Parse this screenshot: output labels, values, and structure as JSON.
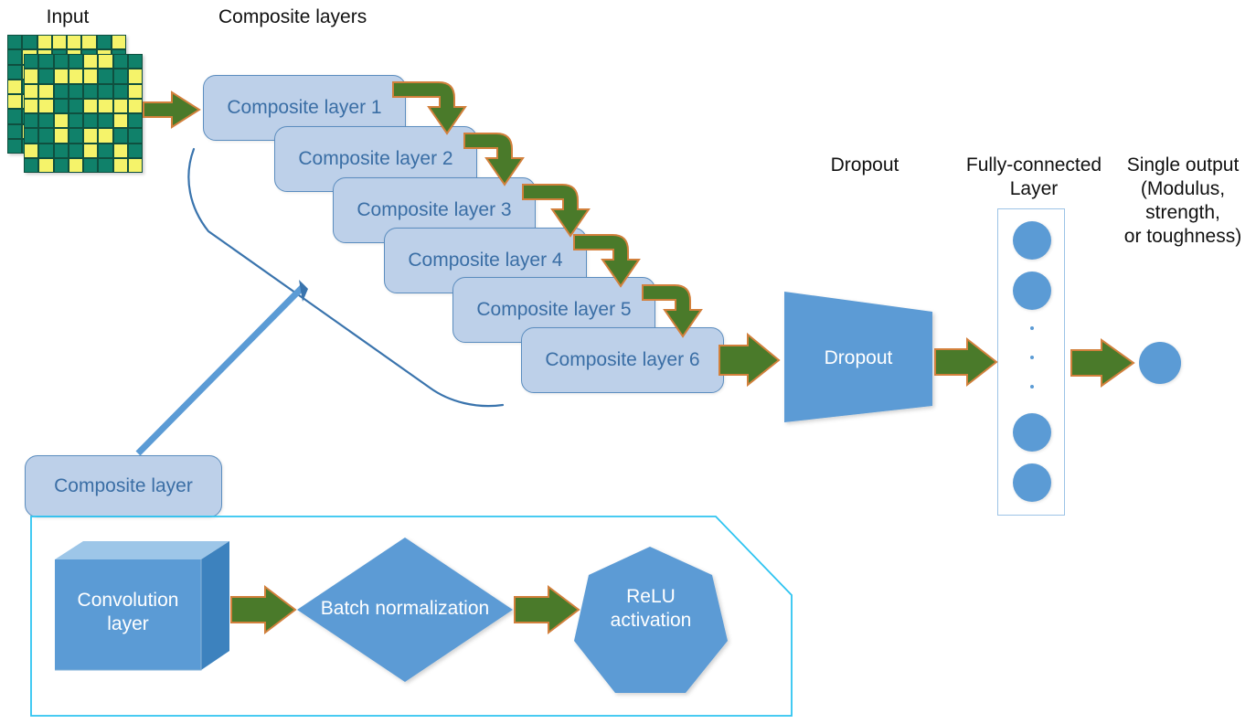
{
  "diagram": {
    "title_labels": {
      "input": "Input",
      "composite_layers": "Composite layers",
      "dropout": "Dropout",
      "fully_connected": "Fully-connected\nLayer",
      "single_output": "Single output\n(Modulus,\nstrength,\nor toughness)"
    },
    "composite_layers": [
      {
        "label": "Composite layer 1"
      },
      {
        "label": "Composite layer 2"
      },
      {
        "label": "Composite layer 3"
      },
      {
        "label": "Composite layer 4"
      },
      {
        "label": "Composite layer 5"
      },
      {
        "label": "Composite layer 6"
      }
    ],
    "composite_layer_detail": {
      "callout_label": "Composite layer",
      "stages": [
        {
          "name": "convolution",
          "label": "Convolution\nlayer",
          "shape": "cube"
        },
        {
          "name": "batch-normalization",
          "label": "Batch normalization",
          "shape": "diamond"
        },
        {
          "name": "relu",
          "label": "ReLU\nactivation",
          "shape": "heptagon"
        }
      ]
    },
    "dropout_block": {
      "label": "Dropout",
      "shape": "trapezoid"
    },
    "fully_connected_block": {
      "node_count_visible": 4,
      "ellipsis_dots": 3
    },
    "output_node": {
      "label": ""
    },
    "colors": {
      "composite_fill": "#bdd0e9",
      "composite_border": "#5b8dbf",
      "composite_text": "#3a6ea5",
      "blue_shape": "#5b9bd5",
      "arrow_fill": "#4a7a2a",
      "arrow_stroke": "#d2803c",
      "grid_teal": "#10816a",
      "grid_yellow": "#f5f36a",
      "detail_outline": "#2ec4f1",
      "text": "#111111"
    },
    "input_grid": {
      "rows": 8,
      "cols": 8,
      "back_pattern": [
        [
          0,
          0,
          1,
          1,
          1,
          1,
          0,
          1
        ],
        [
          0,
          1,
          1,
          0,
          1,
          0,
          1,
          0
        ],
        [
          0,
          1,
          0,
          0,
          1,
          1,
          0,
          0
        ],
        [
          1,
          0,
          1,
          1,
          0,
          0,
          1,
          1
        ],
        [
          1,
          1,
          0,
          1,
          1,
          0,
          0,
          1
        ],
        [
          0,
          0,
          1,
          0,
          0,
          1,
          1,
          0
        ],
        [
          0,
          1,
          0,
          1,
          0,
          1,
          0,
          1
        ],
        [
          0,
          0,
          1,
          1,
          0,
          0,
          1,
          1
        ]
      ],
      "front_pattern": [
        [
          0,
          0,
          0,
          0,
          1,
          1,
          0,
          0
        ],
        [
          1,
          0,
          1,
          1,
          1,
          0,
          0,
          1
        ],
        [
          1,
          1,
          0,
          0,
          0,
          0,
          0,
          1
        ],
        [
          1,
          1,
          0,
          0,
          1,
          1,
          1,
          1
        ],
        [
          0,
          0,
          1,
          0,
          0,
          0,
          1,
          0
        ],
        [
          0,
          0,
          1,
          0,
          1,
          1,
          0,
          0
        ],
        [
          1,
          0,
          0,
          0,
          1,
          0,
          1,
          0
        ],
        [
          0,
          1,
          0,
          1,
          0,
          0,
          1,
          1
        ]
      ]
    }
  }
}
